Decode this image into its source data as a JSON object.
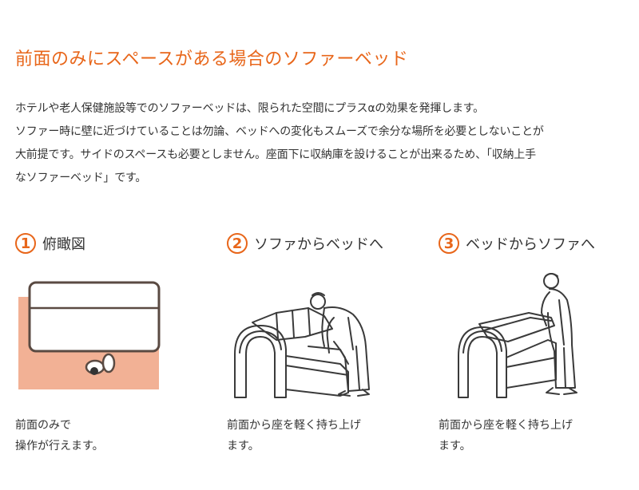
{
  "title": "前面のみにスペースがある場合のソファーベッド",
  "intro": {
    "line1": "ホテルや老人保健施設等でのソファーベッドは、限られた空間にプラスαの効果を発揮します。",
    "line2": "ソファー時に壁に近づけていることは勿論、ベッドへの変化もスムーズで余分な場所を必要としないことが",
    "line3": "大前提です。サイドのスペースも必要としません。座面下に収納庫を設けることが出来るため、「収納上手",
    "line4": "なソファーベッド」です。"
  },
  "steps": [
    {
      "number": "1",
      "title": "俯瞰図",
      "caption_line1": "前面のみで",
      "caption_line2": "操作が行えます。"
    },
    {
      "number": "2",
      "title": "ソファからベッドへ",
      "caption_line1": "前面から座を軽く持ち上げ",
      "caption_line2": "ます。"
    },
    {
      "number": "3",
      "title": "ベッドからソファへ",
      "caption_line1": "前面から座を軽く持ち上げ",
      "caption_line2": "ます。"
    }
  ],
  "colors": {
    "accent": "#e8661a",
    "floor_area": "#f2b195",
    "text": "#333333"
  }
}
